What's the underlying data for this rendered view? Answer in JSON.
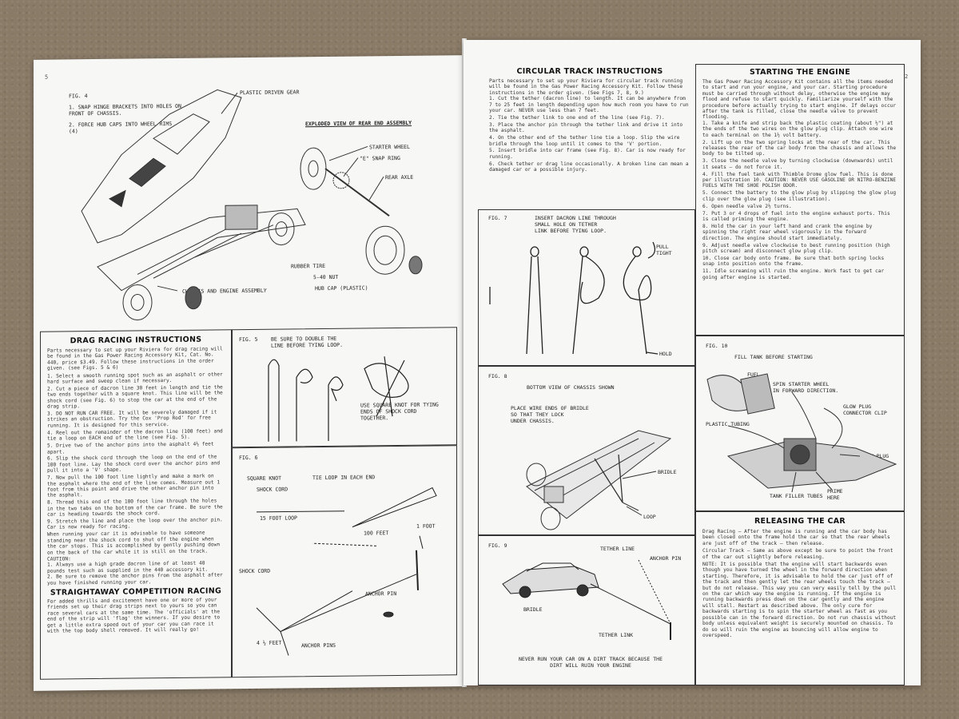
{
  "left_page": {
    "page_number": "5",
    "fig4": {
      "label": "FIG. 4",
      "steps": [
        "1. SNAP HINGE BRACKETS INTO HOLES ON\n   FRONT OF CHASSIS.",
        "2. FORCE HUB CAPS INTO WHEEL RIMS\n   (4)"
      ],
      "plastic_driven_gear": "PLASTIC DRIVEN GEAR",
      "exploded_title": "EXPLODED VIEW OF REAR END ASSEMBLY",
      "starter_wheel": "STARTER WHEEL",
      "e_snap_ring": "\"E\" SNAP RING",
      "rear_axle": "REAR AXLE",
      "rubber_tire": "RUBBER TIRE",
      "nut": "5-40 NUT",
      "hub_cap": "HUB CAP (PLASTIC)",
      "chassis": "CHASSIS AND ENGINE ASSEMBLY"
    },
    "drag": {
      "title": "DRAG RACING INSTRUCTIONS",
      "intro": "Parts necessary to set up your Riviera for drag racing will be found in the Gas Power Racing Accessory Kit, Cat. No. 440, price $3.49. Follow these instructions in the order given. (see Figs. 5 & 6)",
      "steps": [
        "1. Select a smooth running spot such as an asphalt or other hard surface and sweep clean if necessary.",
        "2. Cut a piece of dacron line 30 feet in length and tie the two ends together with a square knot. This line will be the shock cord (see Fig. 6) to stop the car at the end of the drag strip.",
        "3. DO NOT RUN CAR FREE. It will be severely damaged if it strikes an obstruction. Try the Cox 'Prop Rod' for free running. It is designed for this service.",
        "4. Reel out the remainder of the dacron line (100 feet) and tie a loop on EACH end of the line (see Fig. 5).",
        "5. Drive two of the anchor pins into the asphalt 4½ feet apart.",
        "6. Slip the shock cord through the loop on the end of the 100 foot line. Lay the shock cord over the anchor pins and pull it into a 'V' shape.",
        "7. Now pull the 100 foot line lightly and make a mark on the asphalt where the end of the line comes. Measure out 1 foot from this point and drive the other anchor pin into the asphalt.",
        "8. Thread this end of the 100 foot line through the holes in the two tabs on the bottom of the car frame. Be sure the car is heading towards the shock cord.",
        "9. Stretch the line and place the loop over the anchor pin. Car is now ready for racing."
      ],
      "note": "When running your car it is advisable to have someone standing near the shock cord to shut off the engine when the car stops. This is accomplished by gently pushing down on the back of the car while it is still on the track.",
      "caution_label": "CAUTION:",
      "caution_steps": [
        "1. Always use a high grade dacron line of at least 40 pounds test such as supplied in the 440 accessory kit.",
        "2. Be sure to remove the anchor pins from the asphalt after you have finished running your car."
      ]
    },
    "straightaway": {
      "title": "STRAIGHTAWAY COMPETITION RACING",
      "text": "For added thrills and excitement have one or more of your friends set up their drag strips next to yours so you can race several cars at the same time. The 'officials' at the end of the strip will 'flag' the winners. If you desire to get a little extra speed out of your car you can race it with the top body shell removed. It will really go!"
    },
    "fig5": {
      "label": "FIG. 5",
      "note1": "BE SURE TO DOUBLE THE\nLINE BEFORE TYING LOOP.",
      "note2": "USE SQUARE KNOT FOR TYING\nENDS OF SHOCK CORD\nTOGETHER."
    },
    "fig6": {
      "label": "FIG. 6",
      "square_knot": "SQUARE KNOT",
      "tie_loop": "TIE LOOP IN EACH END",
      "shock_cord": "SHOCK CORD",
      "foot_loop": "15 FOOT LOOP",
      "hundred_feet": "100 FEET",
      "one_foot": "1 FOOT",
      "shock_cord2": "SHOCK CORD",
      "anchor_pin": "ANCHOR PIN",
      "four_half_feet": "4 ½ FEET",
      "anchor_pins": "ANCHOR PINS"
    }
  },
  "right_page": {
    "page_number": "2",
    "circular": {
      "title": "CIRCULAR TRACK INSTRUCTIONS",
      "intro": "Parts necessary to set up your Riviera for circular track running will be found in the Gas Power Racing Accessory Kit. Follow these instructions in the order given. (See Figs 7, 8, 9.)",
      "steps": [
        "1. Cut the tether (dacron line) to length. It can be anywhere from 7 to 25 feet in length depending upon how much room you have to run your car. NEVER use less than 7 feet.",
        "2. Tie the tether link to one end of the line (see Fig. 7).",
        "3. Place the anchor pin through the tether link and drive it into the asphalt.",
        "4. On the other end of the tether line tie a loop. Slip the wire bridle through the loop until it comes to the 'V' portion.",
        "5. Insert bridle into car frame (see Fig. 8). Car is now ready for running.",
        "6. Check tether or drag line occasionally. A broken line can mean a damaged car or a possible injury."
      ]
    },
    "starting": {
      "title": "STARTING THE ENGINE",
      "intro": "The Gas Power Racing Accessory Kit contains all the items needed to start and run your engine, and your car. Starting procedure must be carried through without delay, otherwise the engine may flood and refuse to start quickly. Familiarize yourself with the procedure before actually trying to start engine. If delays occur after the tank is filled, close the needle valve to prevent flooding.",
      "steps": [
        "1. Take a knife and strip back the plastic coating (about ½\") at the ends of the two wires on the glow plug clip. Attach one wire to each terminal on the 1½ volt battery.",
        "2. Lift up on the two spring locks at the rear of the car. This releases the rear of the car body from the chassis and allows the body to be tilted up.",
        "3. Close the needle valve by turning clockwise (downwards) until it seats — do not force it.",
        "4. Fill the fuel tank with Thimble Drome glow fuel. This is done per illustration 10. CAUTION: NEVER USE GASOLINE OR NITRO-BENZINE FUELS WITH THE SHOE POLISH ODOR.",
        "5. Connect the battery to the glow plug by slipping the glow plug clip over the glow plug (see illustration).",
        "6. Open needle valve 2½ turns.",
        "7. Put 3 or 4 drops of fuel into the engine exhaust ports. This is called priming the engine.",
        "8. Hold the car in your left hand and crank the engine by spinning the right rear wheel vigorously in the forward direction. The engine should start immediately.",
        "9. Adjust needle valve clockwise to best running position (high pitch scream) and disconnect glow plug clip.",
        "10. Close car body onto frame. Be sure that both spring locks snap into position onto the frame.",
        "11. Idle screaming will ruin the engine. Work fast to get car going after engine is started."
      ]
    },
    "fig7": {
      "label": "FIG. 7",
      "note": "INSERT DACRON LINE THROUGH\nSMALL HOLE ON TETHER\nLINK BEFORE TYING LOOP.",
      "pull_tight": "PULL\nTIGHT",
      "hold": "HOLD"
    },
    "fig8": {
      "label": "FIG. 8",
      "title": "BOTTOM VIEW OF CHASSIS SHOWN",
      "place_wire": "PLACE WIRE ENDS OF BRIDLE\nSO THAT THEY LOCK\nUNDER CHASSIS.",
      "bridle": "BRIDLE",
      "loop": "LOOP"
    },
    "fig9": {
      "label": "FIG. 9",
      "tether_line": "TETHER LINE",
      "anchor_pin": "ANCHOR PIN",
      "bridle": "BRIDLE",
      "tether_link": "TETHER LINK",
      "warning": "NEVER RUN YOUR CAR ON A DIRT TRACK BECAUSE THE\nDIRT WILL RUIN YOUR ENGINE"
    },
    "fig10": {
      "label": "FIG. 10",
      "fill_tank": "FILL TANK BEFORE STARTING",
      "fuel": "FUEL",
      "spin": "SPIN STARTER WHEEL\nIN FORWARD DIRECTION.",
      "glow_clip": "GLOW PLUG\nCONNECTOR CLIP",
      "plastic_tubing": "PLASTIC TUBING",
      "glow_plug": "GLOW PLUG",
      "tank_filler": "TANK FILLER TUBES",
      "prime": "PRIME\nHERE"
    },
    "releasing": {
      "title": "RELEASING THE CAR",
      "drag_label": "Drag Racing",
      "drag_text": "— After the engine is running and the car body has been closed onto the frame hold the car so that the rear wheels are just off of the track — then release.",
      "circ_label": "Circular Track",
      "circ_text": "— Same as above except be sure to point the front of the car out slightly before releasing.",
      "note_label": "NOTE:",
      "note_text": "It is possible that the engine will start backwards even though you have turned the wheel in the forward direction when starting. Therefore, it is advisable to hold the car just off of the track and then gently let the rear wheels touch the track — but do not release. This way you can very easily tell by the pull on the car which way the engine is running. If the engine is running backwards press down on the car gently and the engine will stall. Restart as described above. The only cure for backwards starting is to spin the starter wheel as fast as you possible can in the forward direction. Do not run chassis without body unless equivalent weight is securely mounted on chassis. To do so will ruin the engine as bouncing will allow engine to overspeed."
    }
  }
}
